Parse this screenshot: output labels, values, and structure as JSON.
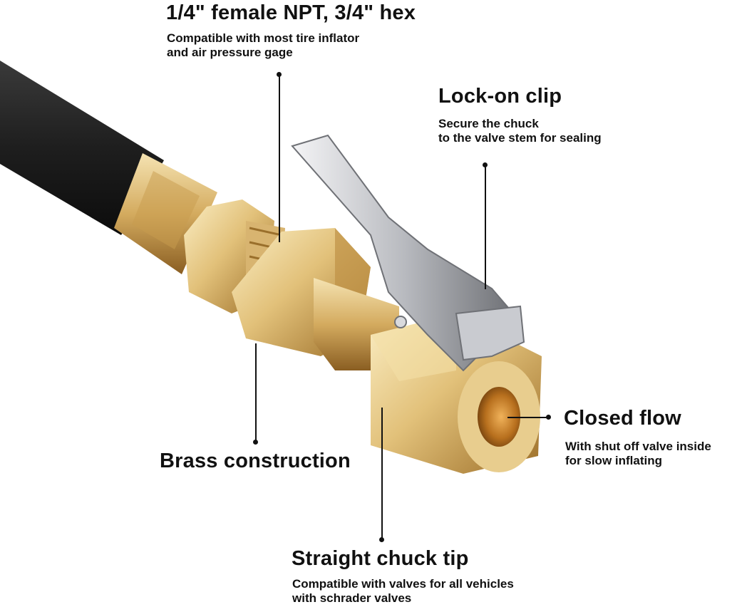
{
  "callouts": {
    "npt": {
      "title": "1/4\" female NPT, 3/4\" hex",
      "desc_line1": "Compatible with most tire inflator",
      "desc_line2": "and air pressure gage"
    },
    "lock_clip": {
      "title": "Lock-on clip",
      "desc_line1": "Secure the chuck",
      "desc_line2": "to the valve stem for sealing"
    },
    "closed_flow": {
      "title": "Closed flow",
      "desc_line1": "With shut off valve inside",
      "desc_line2": "for slow inflating"
    },
    "brass": {
      "title": "Brass construction"
    },
    "chuck_tip": {
      "title": "Straight chuck tip",
      "desc_line1": "Compatible with valves for all vehicles",
      "desc_line2": "with schrader valves"
    }
  },
  "colors": {
    "background": "#ffffff",
    "text": "#111111",
    "hose": "#2a2a2a",
    "brass_light": "#f3dfa8",
    "brass_mid": "#d9b46a",
    "brass_dark": "#a8792e",
    "chrome_light": "#e8e8ea",
    "chrome_dark": "#8a8c90"
  }
}
